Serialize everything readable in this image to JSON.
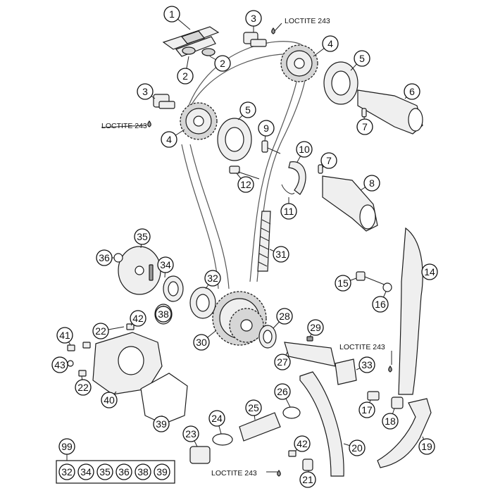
{
  "callouts": [
    {
      "label": "1"
    },
    {
      "label": "2"
    },
    {
      "label": "2"
    },
    {
      "label": "3"
    },
    {
      "label": "3"
    },
    {
      "label": "4"
    },
    {
      "label": "4"
    },
    {
      "label": "5"
    },
    {
      "label": "5"
    },
    {
      "label": "6"
    },
    {
      "label": "7"
    },
    {
      "label": "7"
    },
    {
      "label": "8"
    },
    {
      "label": "9"
    },
    {
      "label": "10"
    },
    {
      "label": "11"
    },
    {
      "label": "12"
    },
    {
      "label": "14"
    },
    {
      "label": "15"
    },
    {
      "label": "16"
    },
    {
      "label": "17"
    },
    {
      "label": "18"
    },
    {
      "label": "19"
    },
    {
      "label": "20"
    },
    {
      "label": "21"
    },
    {
      "label": "22"
    },
    {
      "label": "22"
    },
    {
      "label": "23"
    },
    {
      "label": "24"
    },
    {
      "label": "25"
    },
    {
      "label": "26"
    },
    {
      "label": "27"
    },
    {
      "label": "28"
    },
    {
      "label": "29"
    },
    {
      "label": "30"
    },
    {
      "label": "31"
    },
    {
      "label": "32"
    },
    {
      "label": "33"
    },
    {
      "label": "34"
    },
    {
      "label": "35"
    },
    {
      "label": "36"
    },
    {
      "label": "38"
    },
    {
      "label": "39"
    },
    {
      "label": "40"
    },
    {
      "label": "41"
    },
    {
      "label": "42"
    },
    {
      "label": "42"
    },
    {
      "label": "43"
    }
  ],
  "notes": [
    {
      "text": "LOCTITE 243"
    },
    {
      "text": "LOCTITE 243"
    },
    {
      "text": "LOCTITE 243"
    },
    {
      "text": "LOCTITE 243"
    }
  ],
  "kit": {
    "label": "99",
    "items": [
      "32",
      "34",
      "35",
      "36",
      "38",
      "39"
    ]
  }
}
